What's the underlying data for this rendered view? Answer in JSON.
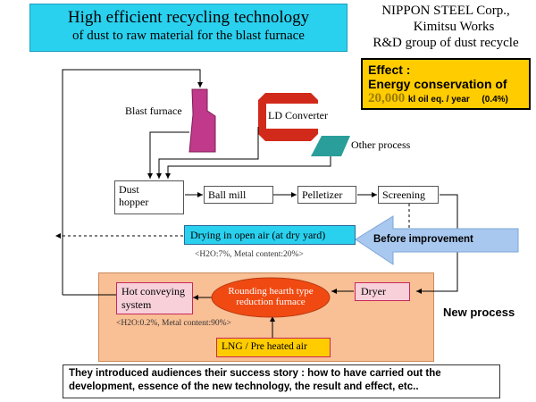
{
  "title": {
    "line1": "High efficient recycling technology",
    "line2": "of dust to raw material for the blast furnace"
  },
  "organization": {
    "line1": "NIPPON STEEL Corp.,",
    "line2": "Kimitsu Works",
    "line3": "R&D group of dust recycle"
  },
  "effect": {
    "heading": "Effect :",
    "line2": "Energy conservation of",
    "amount": "20,000",
    "unit": "kl oil eq. / year",
    "percent": "(0.4%)"
  },
  "sources": {
    "blast_furnace": "Blast furnace",
    "ld_converter": "LD Converter",
    "other_process": "Other process"
  },
  "flow": {
    "dust_hopper": "Dust\nhopper",
    "ball_mill": "Ball mill",
    "pelletizer": "Pelletizer",
    "screening": "Screening",
    "drying_open_air": "Drying in open air   (at dry yard)",
    "drying_note": "<H2O:7%,  Metal content:20%>",
    "before_improvement": "Before improvement",
    "dryer": "Dryer",
    "rhf_line1": "Rounding hearth type",
    "rhf_line2": "reduction furnace",
    "hot_conveying": "Hot conveying\nsystem",
    "hot_note": "<H2O:0.2%, Metal content:90%>",
    "lng": "LNG /  Pre heated air",
    "new_process": "New process"
  },
  "bottom_note": {
    "line1": "They introduced audiences their success story : how to have carried out the",
    "line2": "development, essence of the new technology, the result and effect, etc.."
  },
  "colors": {
    "title_bg": "#2ad1ef",
    "effect_bg": "#ffcc00",
    "new_process_bg": "#f9bf95",
    "blast_furnace": "#c0398a",
    "ld_converter": "#d22a1a",
    "other_process": "#2a9e9a",
    "drying_bg": "#2ad1ef",
    "rhf": "#f04a12",
    "lng_bg": "#ffcc00",
    "arrow_before": "#a8c8f0"
  }
}
